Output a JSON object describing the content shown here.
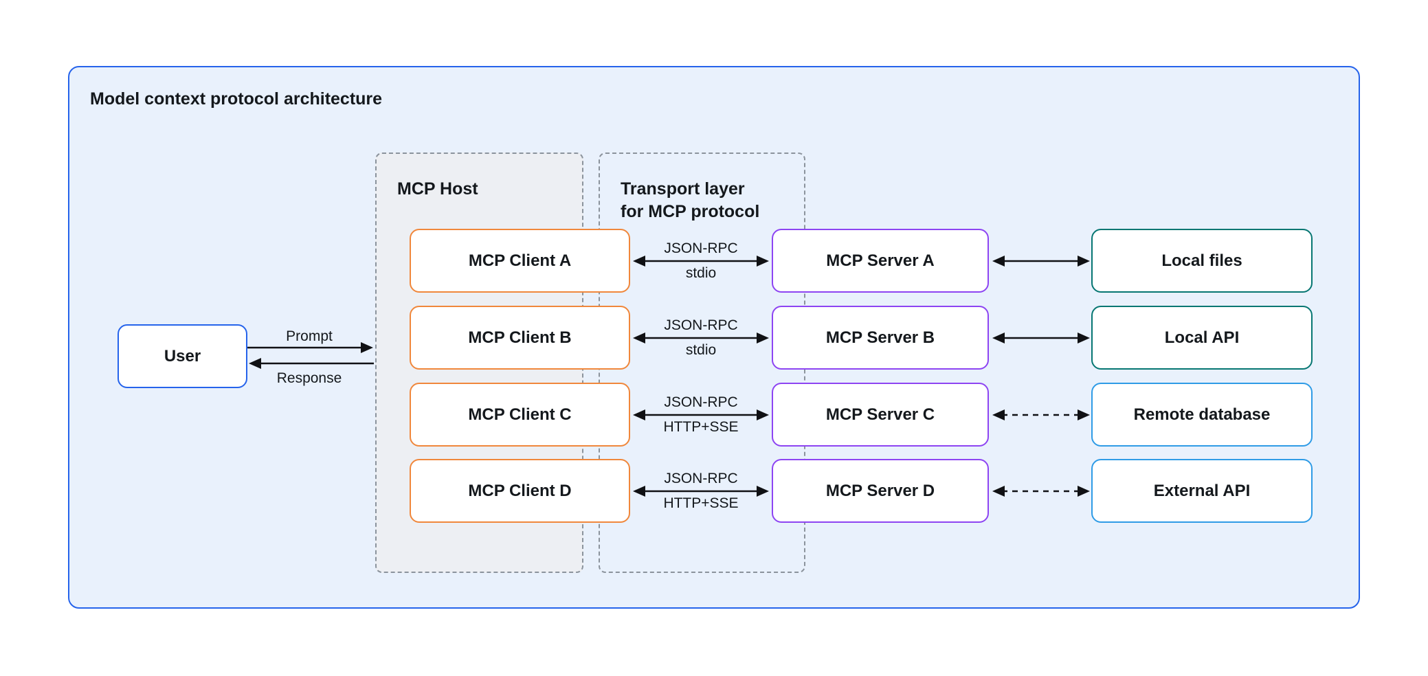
{
  "diagram": {
    "title": "Model context protocol architecture",
    "user": {
      "label": "User"
    },
    "user_arrows": {
      "prompt_label": "Prompt",
      "response_label": "Response"
    },
    "host": {
      "label": "MCP Host"
    },
    "transport": {
      "label_line1": "Transport layer",
      "label_line2": "for MCP protocol"
    },
    "rows": [
      {
        "client": "MCP Client A",
        "protocol": "JSON-RPC",
        "transport": "stdio",
        "server": "MCP Server A",
        "resource": "Local files",
        "resource_type": "local",
        "server_resource_link": "solid"
      },
      {
        "client": "MCP Client B",
        "protocol": "JSON-RPC",
        "transport": "stdio",
        "server": "MCP Server B",
        "resource": "Local API",
        "resource_type": "local",
        "server_resource_link": "solid"
      },
      {
        "client": "MCP Client C",
        "protocol": "JSON-RPC",
        "transport": "HTTP+SSE",
        "server": "MCP Server C",
        "resource": "Remote database",
        "resource_type": "remote",
        "server_resource_link": "dashed"
      },
      {
        "client": "MCP Client D",
        "protocol": "JSON-RPC",
        "transport": "HTTP+SSE",
        "server": "MCP Server D",
        "resource": "External API",
        "resource_type": "remote",
        "server_resource_link": "dashed"
      }
    ],
    "colors": {
      "canvas_bg": "#FFFFFF",
      "outer_bg": "#E9F1FC",
      "outer_border": "#2563EB",
      "host_group_bg": "#EDEFF3",
      "group_dashed_border": "#8B939C",
      "user_border": "#2563EB",
      "client_border": "#F0873B",
      "server_border": "#8D44F2",
      "local_resource_border": "#067672",
      "remote_resource_border": "#2E9BE6",
      "arrow": "#101114",
      "text": "#14181C"
    }
  }
}
